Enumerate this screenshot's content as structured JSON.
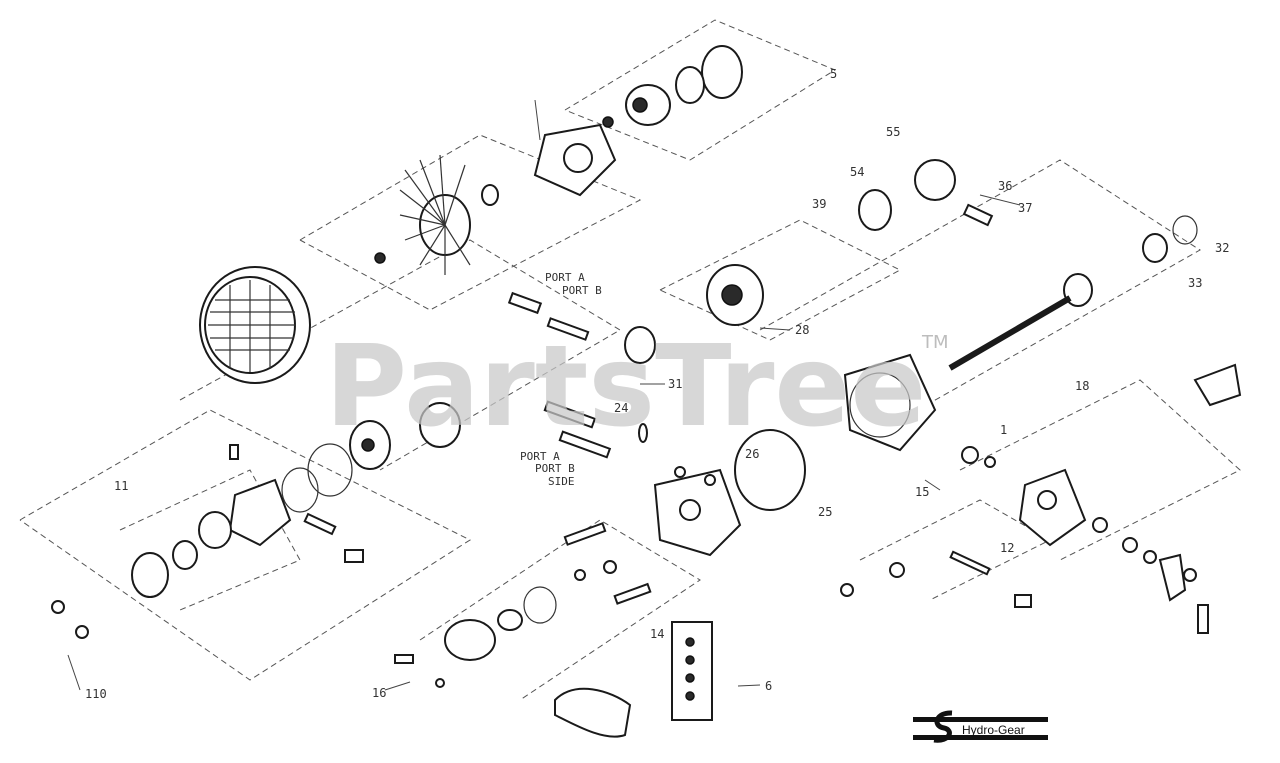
{
  "watermark": {
    "text": "PartsTree",
    "trademark": "TM"
  },
  "brand": {
    "name": "Hydro-Gear"
  },
  "callouts": {
    "c_lower_left": "110",
    "c_center_bottom": "16",
    "c_fin_head": "15",
    "c_top_5": "5",
    "c_small_1": "1",
    "c_pn1": "55",
    "c_pn2": "54",
    "c_pn3": "39",
    "c_pn4": "37",
    "c_pn5": "36",
    "c_pn6": "32",
    "c_pn7": "33",
    "c_pn8": "28",
    "c_pn9": "31",
    "c_pn10": "24",
    "c_pn11": "26",
    "c_pn12": "25",
    "c_pn13": "18",
    "c_pn14": "11",
    "c_pn15": "12",
    "c_pn16": "14",
    "c_pn17": "6"
  },
  "notes": {
    "top_box_line1": "PORT A",
    "top_box_line2": "PORT B",
    "mid_box_line1": "PORT A",
    "mid_box_line2": "PORT B",
    "mid_box_line3": "SIDE"
  }
}
